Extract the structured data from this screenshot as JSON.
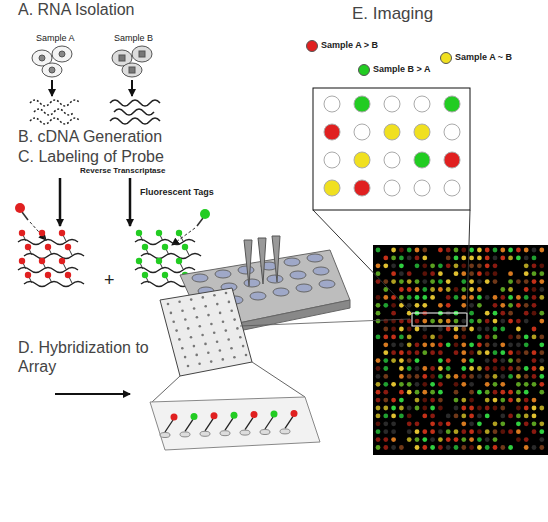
{
  "diagram": {
    "labels": [
      "A. RNA Isolation",
      "Sample A",
      "Sample B",
      "B. cDNA Generation",
      "C. Labeling of Probe",
      "Reverse Transcriptase",
      "Fluorescent Tags",
      "+",
      "D. Hybridization to Array",
      "E. Imaging"
    ],
    "legend": [
      {
        "text": "Sample A > B",
        "color": "#e02020"
      },
      {
        "text": "Sample B > A",
        "color": "#22cc22"
      },
      {
        "text": "Sample A ~ B",
        "color": "#f0e020"
      }
    ]
  }
}
